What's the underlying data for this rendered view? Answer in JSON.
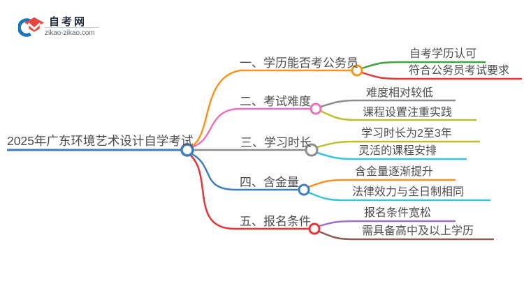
{
  "logo": {
    "site_name": "自考网",
    "site_url": "zikao-zikao.com",
    "crescent_color": "#1C75BC",
    "cap_color": "#E8433C"
  },
  "mindmap": {
    "text_color": "#4d4d4d",
    "root": {
      "label": "2025年广东环境艺术设计自学考试",
      "color": "#3D7EBF"
    },
    "branches": [
      {
        "label": "一、学历能否考公务员",
        "color": "#F7941E",
        "children": [
          {
            "label": "自考学历认可",
            "color": "#3FA63F"
          },
          {
            "label": "符合公务员考试要求",
            "color": "#E53535"
          }
        ]
      },
      {
        "label": "二、考试难度",
        "color": "#EE71B8",
        "children": [
          {
            "label": "难度相对较低",
            "color": "#8C8C8C"
          },
          {
            "label": "课程设置注重实践",
            "color": "#BEBE2F"
          }
        ]
      },
      {
        "label": "三、学习时长",
        "color": "#8C8C8C",
        "children": [
          {
            "label": "学习时长为2至3年",
            "color": "#BEBE2F"
          },
          {
            "label": "灵活的课程安排",
            "color": "#35C6DA"
          }
        ]
      },
      {
        "label": "四、含金量",
        "color": "#3D7EBF",
        "children": [
          {
            "label": "含金量逐渐提升",
            "color": "#F7941E"
          },
          {
            "label": "法律效力与全日制相同",
            "color": "#35C6DA"
          }
        ]
      },
      {
        "label": "五、报名条件",
        "color": "#E53535",
        "children": [
          {
            "label": "报名条件宽松",
            "color": "#9B72CC"
          },
          {
            "label": "需具备高中及以上学历",
            "color": "#8F5B50"
          }
        ]
      }
    ]
  }
}
